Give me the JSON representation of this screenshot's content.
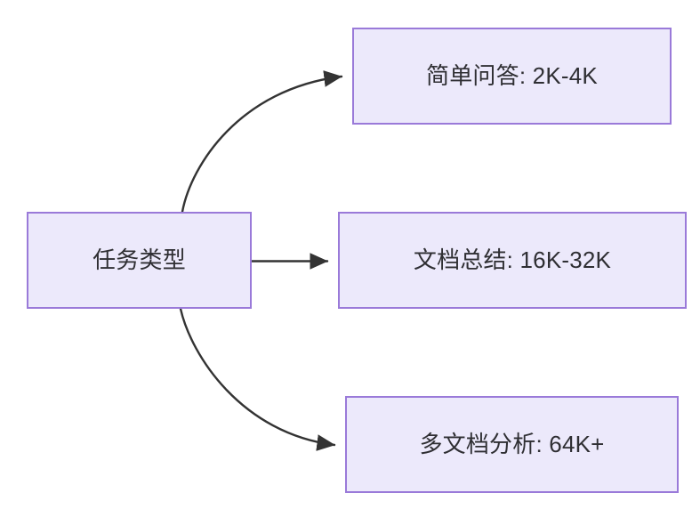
{
  "diagram": {
    "type": "flowchart",
    "direction": "left-to-right",
    "background_color": "#ffffff",
    "node_fill_color": "#ece9fb",
    "node_border_color": "#9a7ad9",
    "node_text_color": "#2f2f33",
    "edge_color": "#333333",
    "nodes": [
      {
        "id": "root",
        "label": "任务类型"
      },
      {
        "id": "simple_qa",
        "label": "简单问答: 2K-4K"
      },
      {
        "id": "doc_summary",
        "label": "文档总结: 16K-32K"
      },
      {
        "id": "multi_doc",
        "label": "多文档分析: 64K+"
      }
    ],
    "edges": [
      {
        "from": "root",
        "to": "simple_qa",
        "style": "curved",
        "arrow": "filled-triangle"
      },
      {
        "from": "root",
        "to": "doc_summary",
        "style": "straight",
        "arrow": "filled-triangle"
      },
      {
        "from": "root",
        "to": "multi_doc",
        "style": "curved",
        "arrow": "filled-triangle"
      }
    ]
  }
}
